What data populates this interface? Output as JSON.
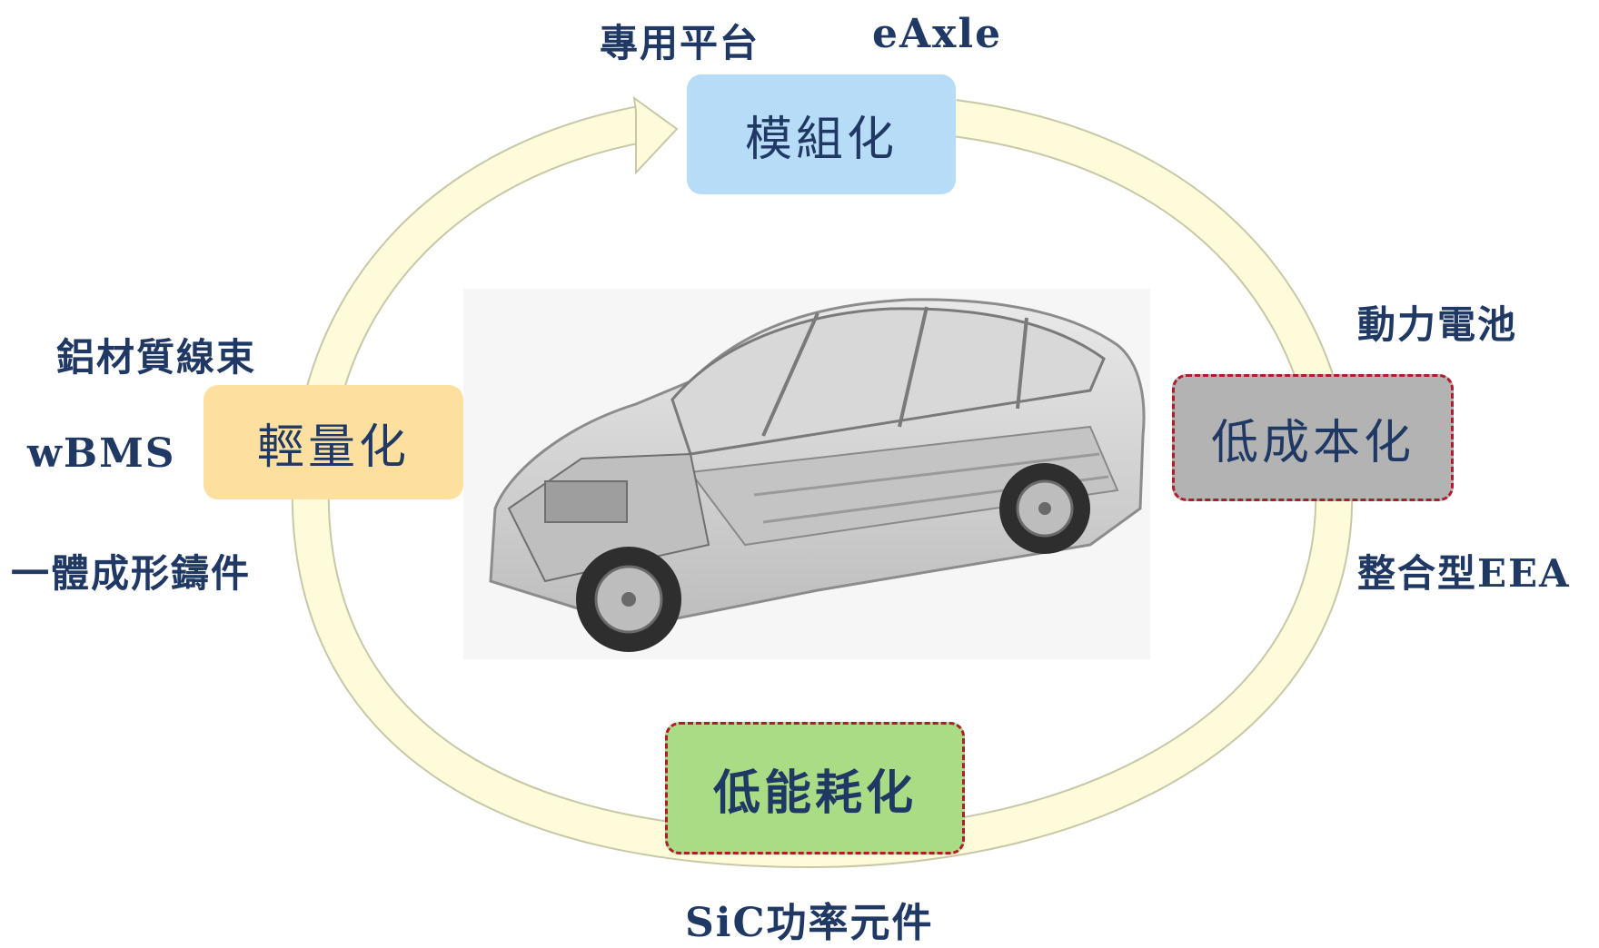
{
  "nodes": {
    "top": {
      "label": "模組化",
      "fill": "#b7dcf7",
      "border": "none"
    },
    "left": {
      "label": "輕量化",
      "fill": "#fde0a0",
      "border": "none"
    },
    "right": {
      "label": "低成本化",
      "fill": "#b3b3b3",
      "border": "#b01c2e"
    },
    "bottom": {
      "label": "低能耗化",
      "fill": "#a9dc84",
      "border": "#b01c2e"
    }
  },
  "annotations": {
    "top_left": "專用平台",
    "top_right": "eAxle",
    "left_top": "鋁材質線束",
    "left_middle": "wBMS",
    "left_bottom": "一體成形鑄件",
    "right_top": "動力電池",
    "right_bottom": "整合型EEA",
    "bottom": "SiC功率元件"
  },
  "colors": {
    "text": "#1f3864",
    "cycle_fill": "#fdfbd9",
    "cycle_stroke": "#c8c8a8"
  },
  "image": {
    "subject": "electric-car-chassis-cutaway"
  }
}
